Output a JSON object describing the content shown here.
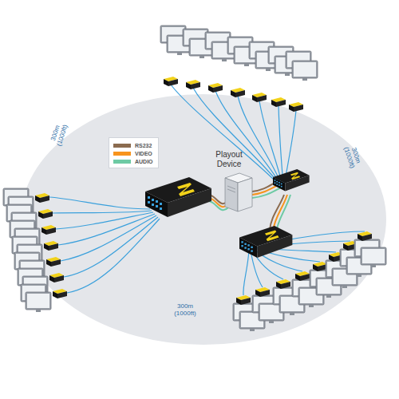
{
  "diagram": {
    "nodes": [
      {
        "text": [
          "Playout Device"
        ]
      }
    ],
    "labels": [
      "300m",
      "(1000ft)",
      "300m",
      "(1000ft)",
      "300m",
      "(1000ft)"
    ],
    "legend": [
      {
        "text": "RS232",
        "color": "#8b6b4f"
      },
      {
        "text": "VIDEO",
        "color": "#f7941d"
      },
      {
        "text": "AUDIO",
        "color": "#6dcaa4"
      }
    ]
  }
}
